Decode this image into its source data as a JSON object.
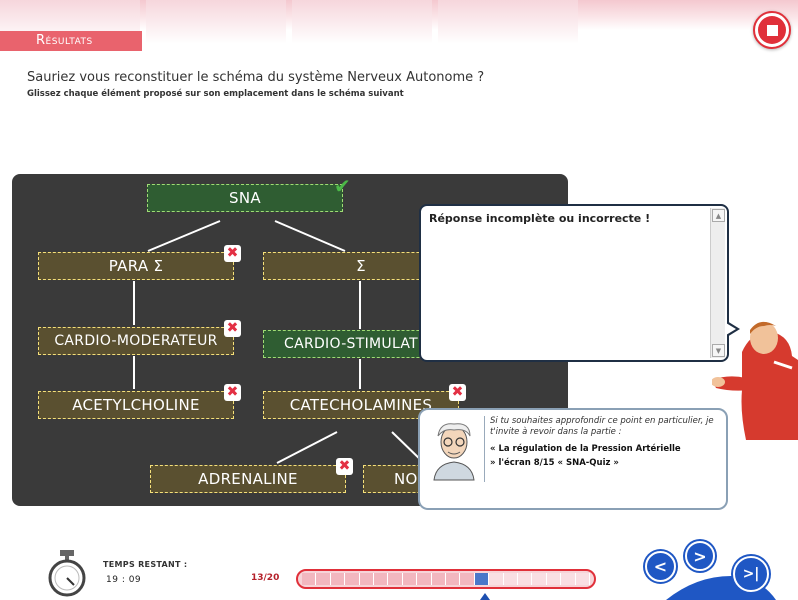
{
  "header": {
    "section_label": "Résultats"
  },
  "question": {
    "title": "Sauriez vous reconstituer le schéma du système Nerveux Autonome ?",
    "instruction": "Glissez chaque élément proposé sur son emplacement dans le schéma suivant"
  },
  "diagram": {
    "nodes": {
      "sna": "SNA",
      "para": "PARA Σ",
      "sigma": "Σ",
      "cardio_mod": "CARDIO-MODERATEUR",
      "cardio_stim": "CARDIO-STIMULATEUR",
      "acetylcholine": "ACETYLCHOLINE",
      "catecholamines": "CATECHOLAMINES",
      "adrenaline": "ADRENALINE",
      "noradrenaline": "NORADRENALINE"
    },
    "marks": {
      "correct": "✔",
      "wrong": "✖"
    }
  },
  "feedback": {
    "message": "Réponse incomplète ou incorrecte !"
  },
  "advice": {
    "intro": "Si tu souhaites approfondir ce point en particulier, je t'invite à revoir dans la partie :",
    "line1": "« La régulation de la Pression Artérielle",
    "line2": "» l'écran   8/15 « SNA-Quiz »"
  },
  "timer": {
    "label": "TEMPS RESTANT :",
    "value": "19 : 09"
  },
  "progress": {
    "counter": "13/20",
    "current": 13,
    "total": 20
  },
  "nav": {
    "prev": "<",
    "next": ">",
    "last": ">|"
  },
  "colors": {
    "accent": "#e0303a",
    "nav_blue": "#1f57c4",
    "node_ok": "#2f5d32",
    "node_wrong": "#5a5030"
  }
}
